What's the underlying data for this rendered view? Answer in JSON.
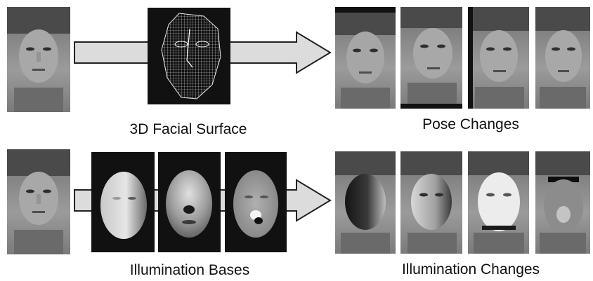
{
  "captions": {
    "facial_surface": "3D Facial Surface",
    "pose_changes": "Pose Changes",
    "illumination_bases": "Illumination Bases",
    "illumination_changes": "Illumination Changes"
  },
  "colors": {
    "arrow_fill": "#dcdcdc",
    "arrow_stroke": "#222222",
    "dark_background": "#111111"
  }
}
